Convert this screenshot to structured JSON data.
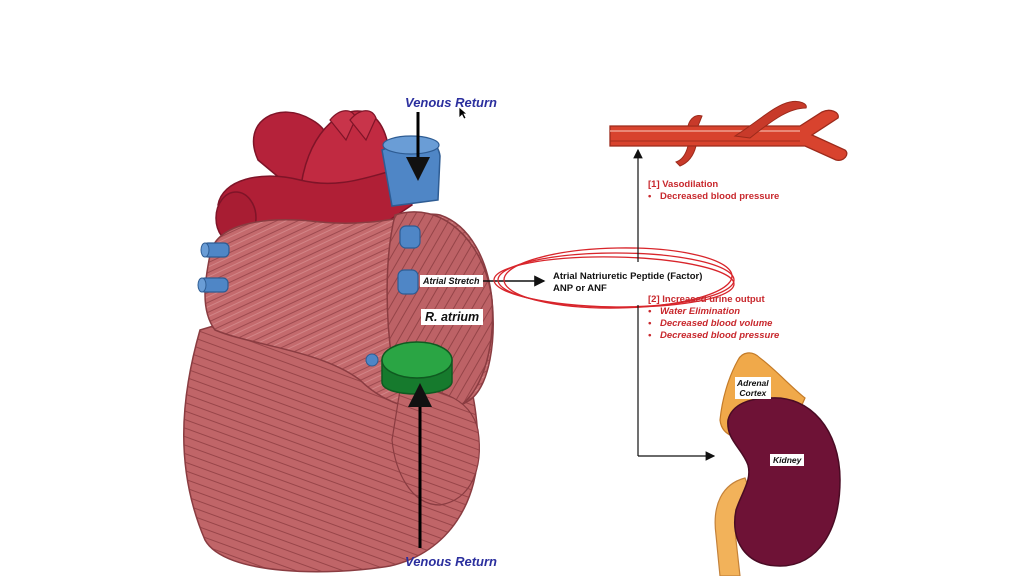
{
  "labels": {
    "venous_return_top": "Venous Return",
    "venous_return_bottom": "Venous Return",
    "atrial_stretch": "Atrial Stretch",
    "r_atrium": "R. atrium",
    "anp_line1": "Atrial Natriuretic Peptide (Factor)",
    "anp_line2": "ANP or ANF",
    "adrenal_line1": "Adrenal",
    "adrenal_line2": "Cortex",
    "kidney": "Kidney"
  },
  "effects": {
    "vasodilation": {
      "title": "[1] Vasodilation",
      "bullets": [
        "Decreased blood pressure"
      ]
    },
    "urine": {
      "title": "[2] Increased urine output",
      "bullets": [
        "Water Elimination",
        "Decreased blood volume",
        "Decreased blood pressure"
      ]
    }
  },
  "colors": {
    "heart_muscle": "#bf6468",
    "aorta": "#b8243c",
    "vein_blue": "#4f86c6",
    "valve_green": "#1f8f37",
    "effect_text": "#c8282d",
    "venous_text": "#2b2f9e",
    "kidney": "#6e1236",
    "adrenal": "#f0a94a"
  }
}
